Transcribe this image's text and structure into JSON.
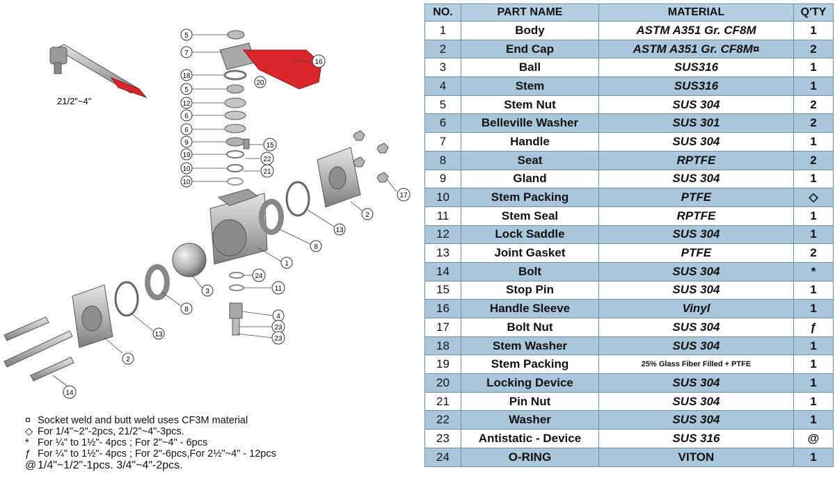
{
  "table": {
    "headers": [
      "NO.",
      "PART NAME",
      "MATERIAL",
      "Q'TY"
    ],
    "rows": [
      {
        "no": "1",
        "name": "Body",
        "material": "ASTM A351 Gr. CF8M",
        "qty": "1"
      },
      {
        "no": "2",
        "name": "End Cap",
        "material": "ASTM A351 Gr. CF8M¤",
        "qty": "2"
      },
      {
        "no": "3",
        "name": "Ball",
        "material": "SUS316",
        "qty": "1"
      },
      {
        "no": "4",
        "name": "Stem",
        "material": "SUS316",
        "qty": "1"
      },
      {
        "no": "5",
        "name": "Stem Nut",
        "material": "SUS 304",
        "qty": "2"
      },
      {
        "no": "6",
        "name": "Belleville Washer",
        "material": "SUS 301",
        "qty": "2"
      },
      {
        "no": "7",
        "name": "Handle",
        "material": "SUS 304",
        "qty": "1"
      },
      {
        "no": "8",
        "name": "Seat",
        "material": "RPTFE",
        "qty": "2"
      },
      {
        "no": "9",
        "name": "Gland",
        "material": "SUS 304",
        "qty": "1"
      },
      {
        "no": "10",
        "name": "Stem Packing",
        "material": "PTFE",
        "qty": "◇"
      },
      {
        "no": "11",
        "name": "Stem Seal",
        "material": "RPTFE",
        "qty": "1"
      },
      {
        "no": "12",
        "name": "Lock Saddle",
        "material": "SUS 304",
        "qty": "1"
      },
      {
        "no": "13",
        "name": "Joint Gasket",
        "material": "PTFE",
        "qty": "2"
      },
      {
        "no": "14",
        "name": "Bolt",
        "material": "SUS 304",
        "qty": "*"
      },
      {
        "no": "15",
        "name": "Stop Pin",
        "material": "SUS 304",
        "qty": "1"
      },
      {
        "no": "16",
        "name": "Handle Sleeve",
        "material": "Vinyl",
        "qty": "1"
      },
      {
        "no": "17",
        "name": "Bolt Nut",
        "material": "SUS 304",
        "qty": "ƒ"
      },
      {
        "no": "18",
        "name": "Stem Washer",
        "material": "SUS 304",
        "qty": "1"
      },
      {
        "no": "19",
        "name": "Stem  Packing",
        "material": "25% Glass Fiber Filled + PTFE",
        "qty": "1"
      },
      {
        "no": "20",
        "name": "Locking Device",
        "material": "SUS 304",
        "qty": "1"
      },
      {
        "no": "21",
        "name": "Pin Nut",
        "material": "SUS 304",
        "qty": "1"
      },
      {
        "no": "22",
        "name": "Washer",
        "material": "SUS 304",
        "qty": "1"
      },
      {
        "no": "23",
        "name": "Antistatic - Device",
        "material": "SUS 316",
        "qty": "@"
      },
      {
        "no": "24",
        "name": "O-RING",
        "material": "VITON",
        "qty": "1"
      }
    ]
  },
  "notes": [
    {
      "symbol": "¤",
      "text": "Socket weld and butt weld uses CF3M material"
    },
    {
      "symbol": "◇",
      "text": "For 1/4\"~2\"-2pcs, 21/2\"~4\"-3pcs."
    },
    {
      "symbol": "*",
      "text": "For  ¼\" to 1½\"- 4pcs ; For 2\"~4\" - 6pcs"
    },
    {
      "symbol": "ƒ",
      "text": "For  ¼\" to 1½\"- 4pcs ; For 2\"-6pcs,For 2½\"~4\" - 12pcs"
    },
    {
      "symbol": "@",
      "text": "1/4\"~1/2\"-1pcs. 3/4\"~4\"-2pcs."
    }
  ],
  "diagram": {
    "handle_size_label": "21/2\"~4\"",
    "callouts": [
      "5",
      "7",
      "16",
      "18",
      "20",
      "5",
      "12",
      "6",
      "6",
      "9",
      "15",
      "19",
      "22",
      "10",
      "21",
      "10",
      "17",
      "2",
      "13",
      "8",
      "1",
      "24",
      "11",
      "3",
      "8",
      "13",
      "4",
      "23",
      "23",
      "2",
      "14"
    ],
    "colors": {
      "handle_sleeve": "#d9262b",
      "metal": "#b8b8b8",
      "metal_dark": "#6f6f6f",
      "callout_circle": "#ffffff"
    }
  }
}
